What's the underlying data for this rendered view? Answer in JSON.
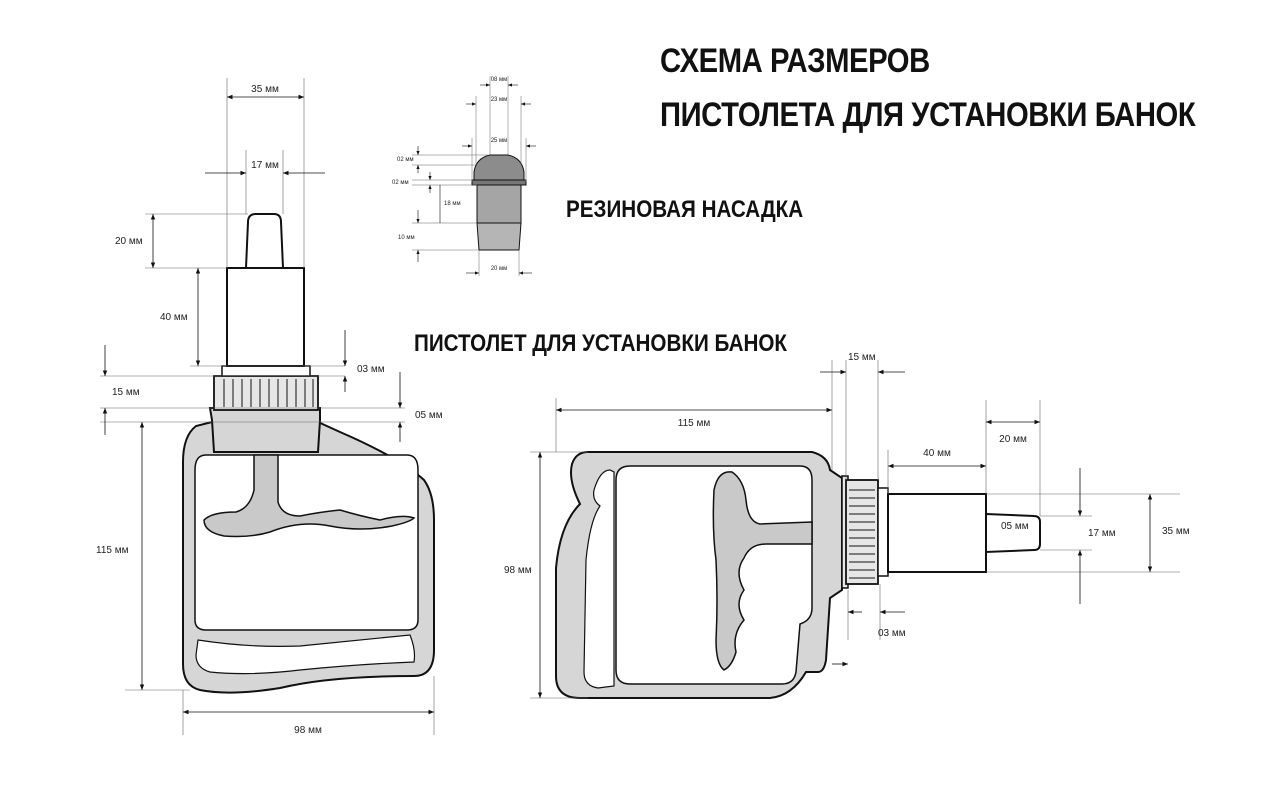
{
  "title": {
    "line1": "СХЕМА РАЗМЕРОВ",
    "line2": "ПИСТОЛЕТА ДЛЯ УСТАНОВКИ БАНОК"
  },
  "nozzle_section": {
    "title": "РЕЗИНОВАЯ НАСАДКА",
    "dims": {
      "top": "08 мм",
      "upper": "23 мм",
      "body": "25 мм",
      "lip1": "02 мм",
      "lip2": "02 мм",
      "height_mid": "18 мм",
      "height_low": "10 мм",
      "bottom": "20 мм"
    }
  },
  "gun_section": {
    "title": "ПИСТОЛЕТ ДЛЯ УСТАНОВКИ БАНОК"
  },
  "front_view": {
    "dims": {
      "cap_width": "35 мм",
      "tip_width": "17 мм",
      "tip_height": "20 мм",
      "barrel_height": "40 мм",
      "collar_gap": "03 мм",
      "ring_height": "15 мм",
      "neck": "05 мм",
      "body_height": "115 мм",
      "body_width": "98 мм"
    }
  },
  "side_view": {
    "dims": {
      "ring": "15 мм",
      "body_length": "115 мм",
      "barrel_length": "40 мм",
      "tip_length": "20 мм",
      "tip_step": "05 мм",
      "tip_dia": "17 мм",
      "barrel_dia": "35 мм",
      "body_height": "98 мм",
      "gap": "03 мм"
    }
  },
  "colors": {
    "stroke": "#111111",
    "body_fill": "#d6d6d6",
    "inner_fill": "#ffffff",
    "nozzle_fill": "#9a9a9a"
  }
}
